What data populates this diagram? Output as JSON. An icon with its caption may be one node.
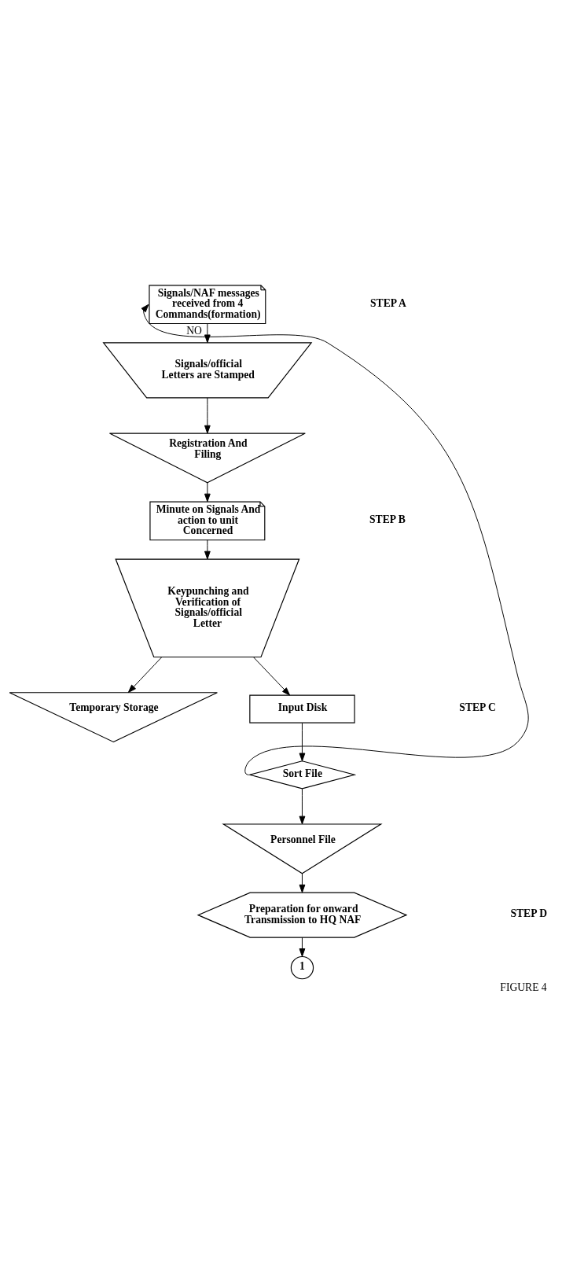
{
  "diagram": {
    "caption": "FIGURE 4",
    "nodes": [
      {
        "text": [
          "Signals/NAF messages received from 4 Commands(formation)"
        ]
      },
      {
        "text": [
          "Signals/official Letters are Stamped"
        ]
      },
      {
        "text": [
          "Registration And Filing"
        ]
      },
      {
        "text": [
          "Minute on Signals And action to unit Concerned"
        ]
      },
      {
        "text": [
          "Keypunching and Verification of Signals/official Letter"
        ]
      },
      {
        "text": [
          "Temporary Storage"
        ]
      },
      {
        "text": [
          "Input Disk"
        ]
      },
      {
        "text": [
          "Sort File"
        ]
      },
      {
        "text": [
          "Personnel File"
        ]
      },
      {
        "text": [
          "Preparation for onward Transmission to HQ NAF"
        ]
      },
      {
        "text": [
          "1"
        ]
      }
    ],
    "edges": [
      {
        "from": 0,
        "to": 1,
        "arrow": "to"
      },
      {
        "from": 1,
        "to": 2,
        "arrow": "to"
      },
      {
        "from": 2,
        "to": 3,
        "arrow": "to"
      },
      {
        "from": 3,
        "to": 4,
        "arrow": "to"
      },
      {
        "from": 4,
        "to": 5,
        "arrow": "to"
      },
      {
        "from": 4,
        "to": 6,
        "arrow": "to"
      },
      {
        "from": 6,
        "to": 7,
        "arrow": "to"
      },
      {
        "from": 7,
        "to": 0,
        "arrow": "to",
        "label": "NO"
      },
      {
        "from": 7,
        "to": 8,
        "arrow": "to"
      },
      {
        "from": 8,
        "to": 9,
        "arrow": "to"
      },
      {
        "from": 9,
        "to": 10,
        "arrow": "to"
      }
    ],
    "labels": [
      "STEP A",
      "STEP B",
      "STEP C",
      "STEP D"
    ]
  }
}
